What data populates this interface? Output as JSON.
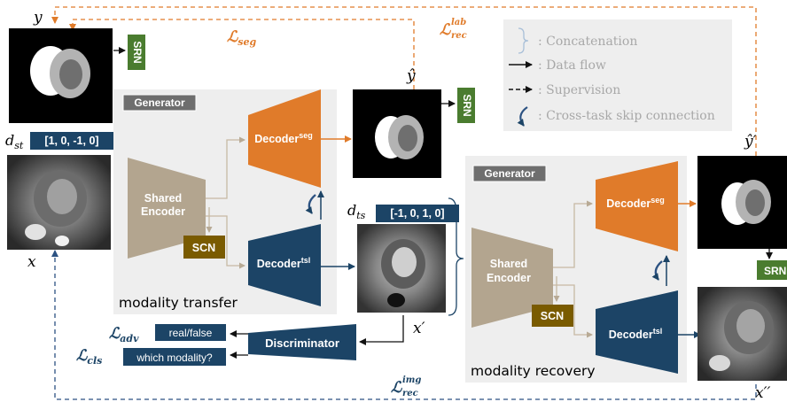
{
  "colors": {
    "orange": "#E07B2A",
    "navy": "#1C4466",
    "olive": "#7A5B00",
    "green": "#4A7C2F",
    "tan": "#B3A58F",
    "panel": "#EEEEEE",
    "dashed_blue": "#2C5282",
    "generator_tag": "#6E6E6E",
    "legend_text": "#A8A8A8",
    "connector": "#C7B9A3"
  },
  "labels": {
    "y": "y",
    "y_hat": "ŷ",
    "y_hat_prime": "ŷ′",
    "x": "x",
    "x_prime": "x′",
    "x_dprime": "x′′",
    "d_st": "d",
    "d_st_sub": "st",
    "d_ts": "d",
    "d_ts_sub": "ts",
    "d_st_vector": "[1, 0, -1, 0]",
    "d_ts_vector": "[-1, 0, 1, 0]"
  },
  "losses": {
    "seg": "ℒ",
    "seg_sub": "seg",
    "rec_lab": "ℒ",
    "rec_lab_sub": "rec",
    "rec_lab_sup": "lab",
    "rec_img": "ℒ",
    "rec_img_sub": "rec",
    "rec_img_sup": "img",
    "adv": "ℒ",
    "adv_sub": "adv",
    "cls": "ℒ",
    "cls_sub": "cls"
  },
  "generator1": {
    "tag": "Generator",
    "caption": "modality transfer",
    "encoder": [
      "Shared",
      "Encoder"
    ],
    "decoder_seg": "Decoder",
    "decoder_seg_sup": "seg",
    "decoder_tsl": "Decoder",
    "decoder_tsl_sup": "tsl",
    "scn": "SCN"
  },
  "generator2": {
    "tag": "Generator",
    "caption": "modality recovery",
    "encoder": [
      "Shared",
      "Encoder"
    ],
    "decoder_seg": "Decoder",
    "decoder_seg_sup": "seg",
    "decoder_tsl": "Decoder",
    "decoder_tsl_sup": "tsl",
    "scn": "SCN"
  },
  "srn": "SRN",
  "discriminator": {
    "label": "Discriminator",
    "out_adv": "real/false",
    "out_cls": "which modality?"
  },
  "legend": [
    {
      "icon": "brace-icon",
      "text": ": Concatenation"
    },
    {
      "icon": "solid-arrow-icon",
      "text": ": Data flow"
    },
    {
      "icon": "dashed-arrow-icon",
      "text": ": Supervision"
    },
    {
      "icon": "skip-connection-icon",
      "text": ": Cross-task skip connection"
    }
  ]
}
